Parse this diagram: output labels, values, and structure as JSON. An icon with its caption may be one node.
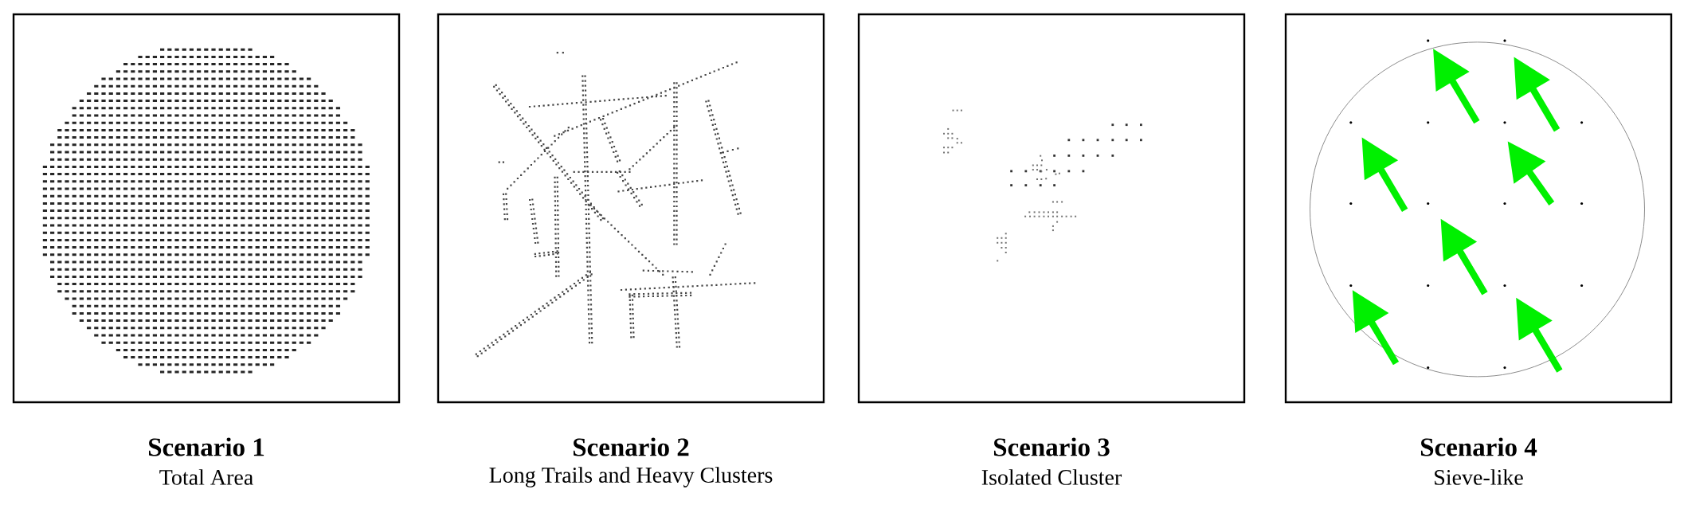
{
  "diagram": {
    "nodes": [
      {
        "text": [
          "Scenario 1",
          "Total Area"
        ]
      },
      {
        "text": [
          "Scenario 2",
          "Long Trails and Heavy Clusters"
        ]
      },
      {
        "text": [
          "Scenario 3",
          "Isolated Cluster"
        ]
      },
      {
        "text": [
          "Scenario 4",
          "Sieve-like"
        ]
      }
    ]
  }
}
